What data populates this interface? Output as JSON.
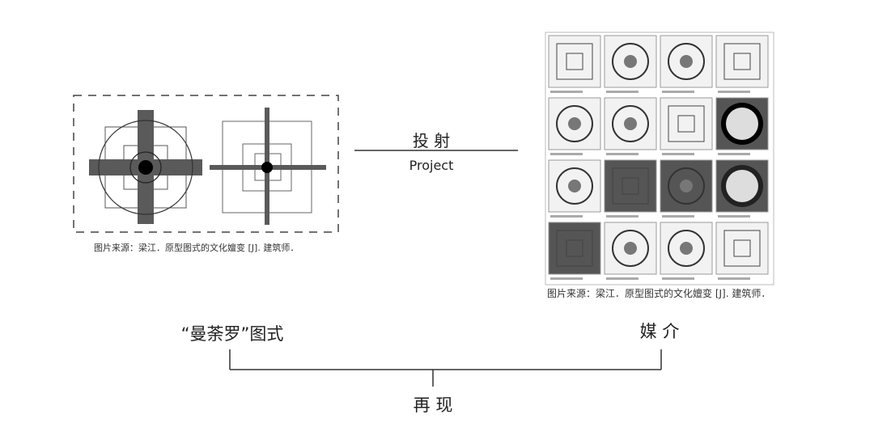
{
  "left_figure": {
    "caption": "图片来源：梁江．原型图式的文化嬗变 [J]. 建筑师．"
  },
  "right_figure": {
    "caption": "图片来源：梁江．原型图式的文化嬗变 [J]. 建筑师．"
  },
  "arrow": {
    "label_cn": "投 射",
    "label_en": "Project"
  },
  "bottom": {
    "left_label": "“曼荼罗”图式",
    "right_label": "媒 介",
    "result_label": "再 现"
  },
  "colors": {
    "bar": "#5a5a5a",
    "line": "#333333"
  }
}
